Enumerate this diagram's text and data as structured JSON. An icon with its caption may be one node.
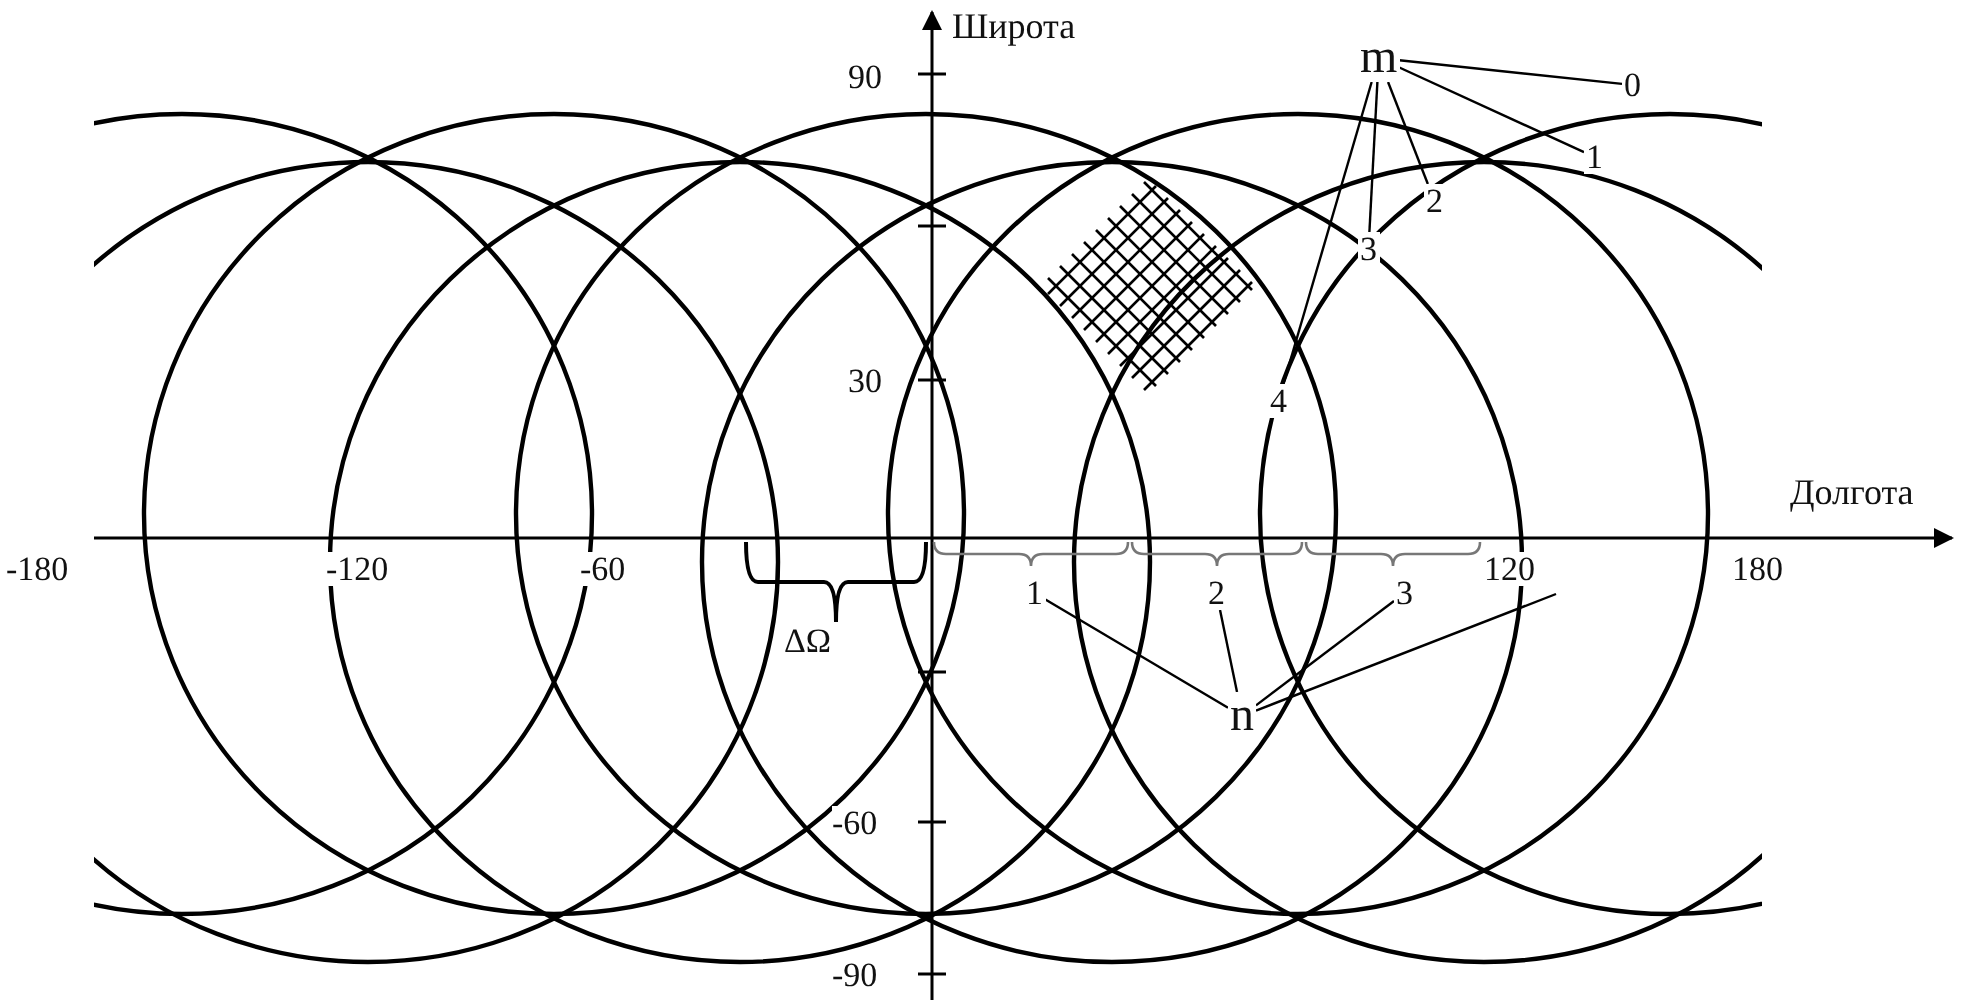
{
  "diagram": {
    "nodes": [
      {
        "text": [
          "m"
        ]
      },
      {
        "text": [
          "0"
        ]
      },
      {
        "text": [
          "1"
        ]
      },
      {
        "text": [
          "2"
        ]
      },
      {
        "text": [
          "3"
        ]
      },
      {
        "text": [
          "4"
        ]
      },
      {
        "text": [
          "n"
        ]
      },
      {
        "text": [
          "1"
        ]
      },
      {
        "text": [
          "2"
        ]
      },
      {
        "text": [
          "3"
        ]
      }
    ],
    "edges": [
      {
        "from": 0,
        "to": 1,
        "arrow": "none"
      },
      {
        "from": 0,
        "to": 2,
        "arrow": "none"
      },
      {
        "from": 0,
        "to": 3,
        "arrow": "none"
      },
      {
        "from": 0,
        "to": 4,
        "arrow": "none"
      },
      {
        "from": 0,
        "to": 5,
        "arrow": "none"
      },
      {
        "from": 6,
        "to": 7,
        "arrow": "none"
      },
      {
        "from": 6,
        "to": 8,
        "arrow": "none"
      },
      {
        "from": 6,
        "to": 9,
        "arrow": "none"
      },
      {
        "from": 6,
        "to": null,
        "arrow": "none"
      }
    ],
    "labels": [
      "Широта",
      "90",
      "30",
      "Долгота",
      "-180",
      "-120",
      "-60",
      "120",
      "180",
      "ΔΩ",
      "-60",
      "-90"
    ]
  }
}
